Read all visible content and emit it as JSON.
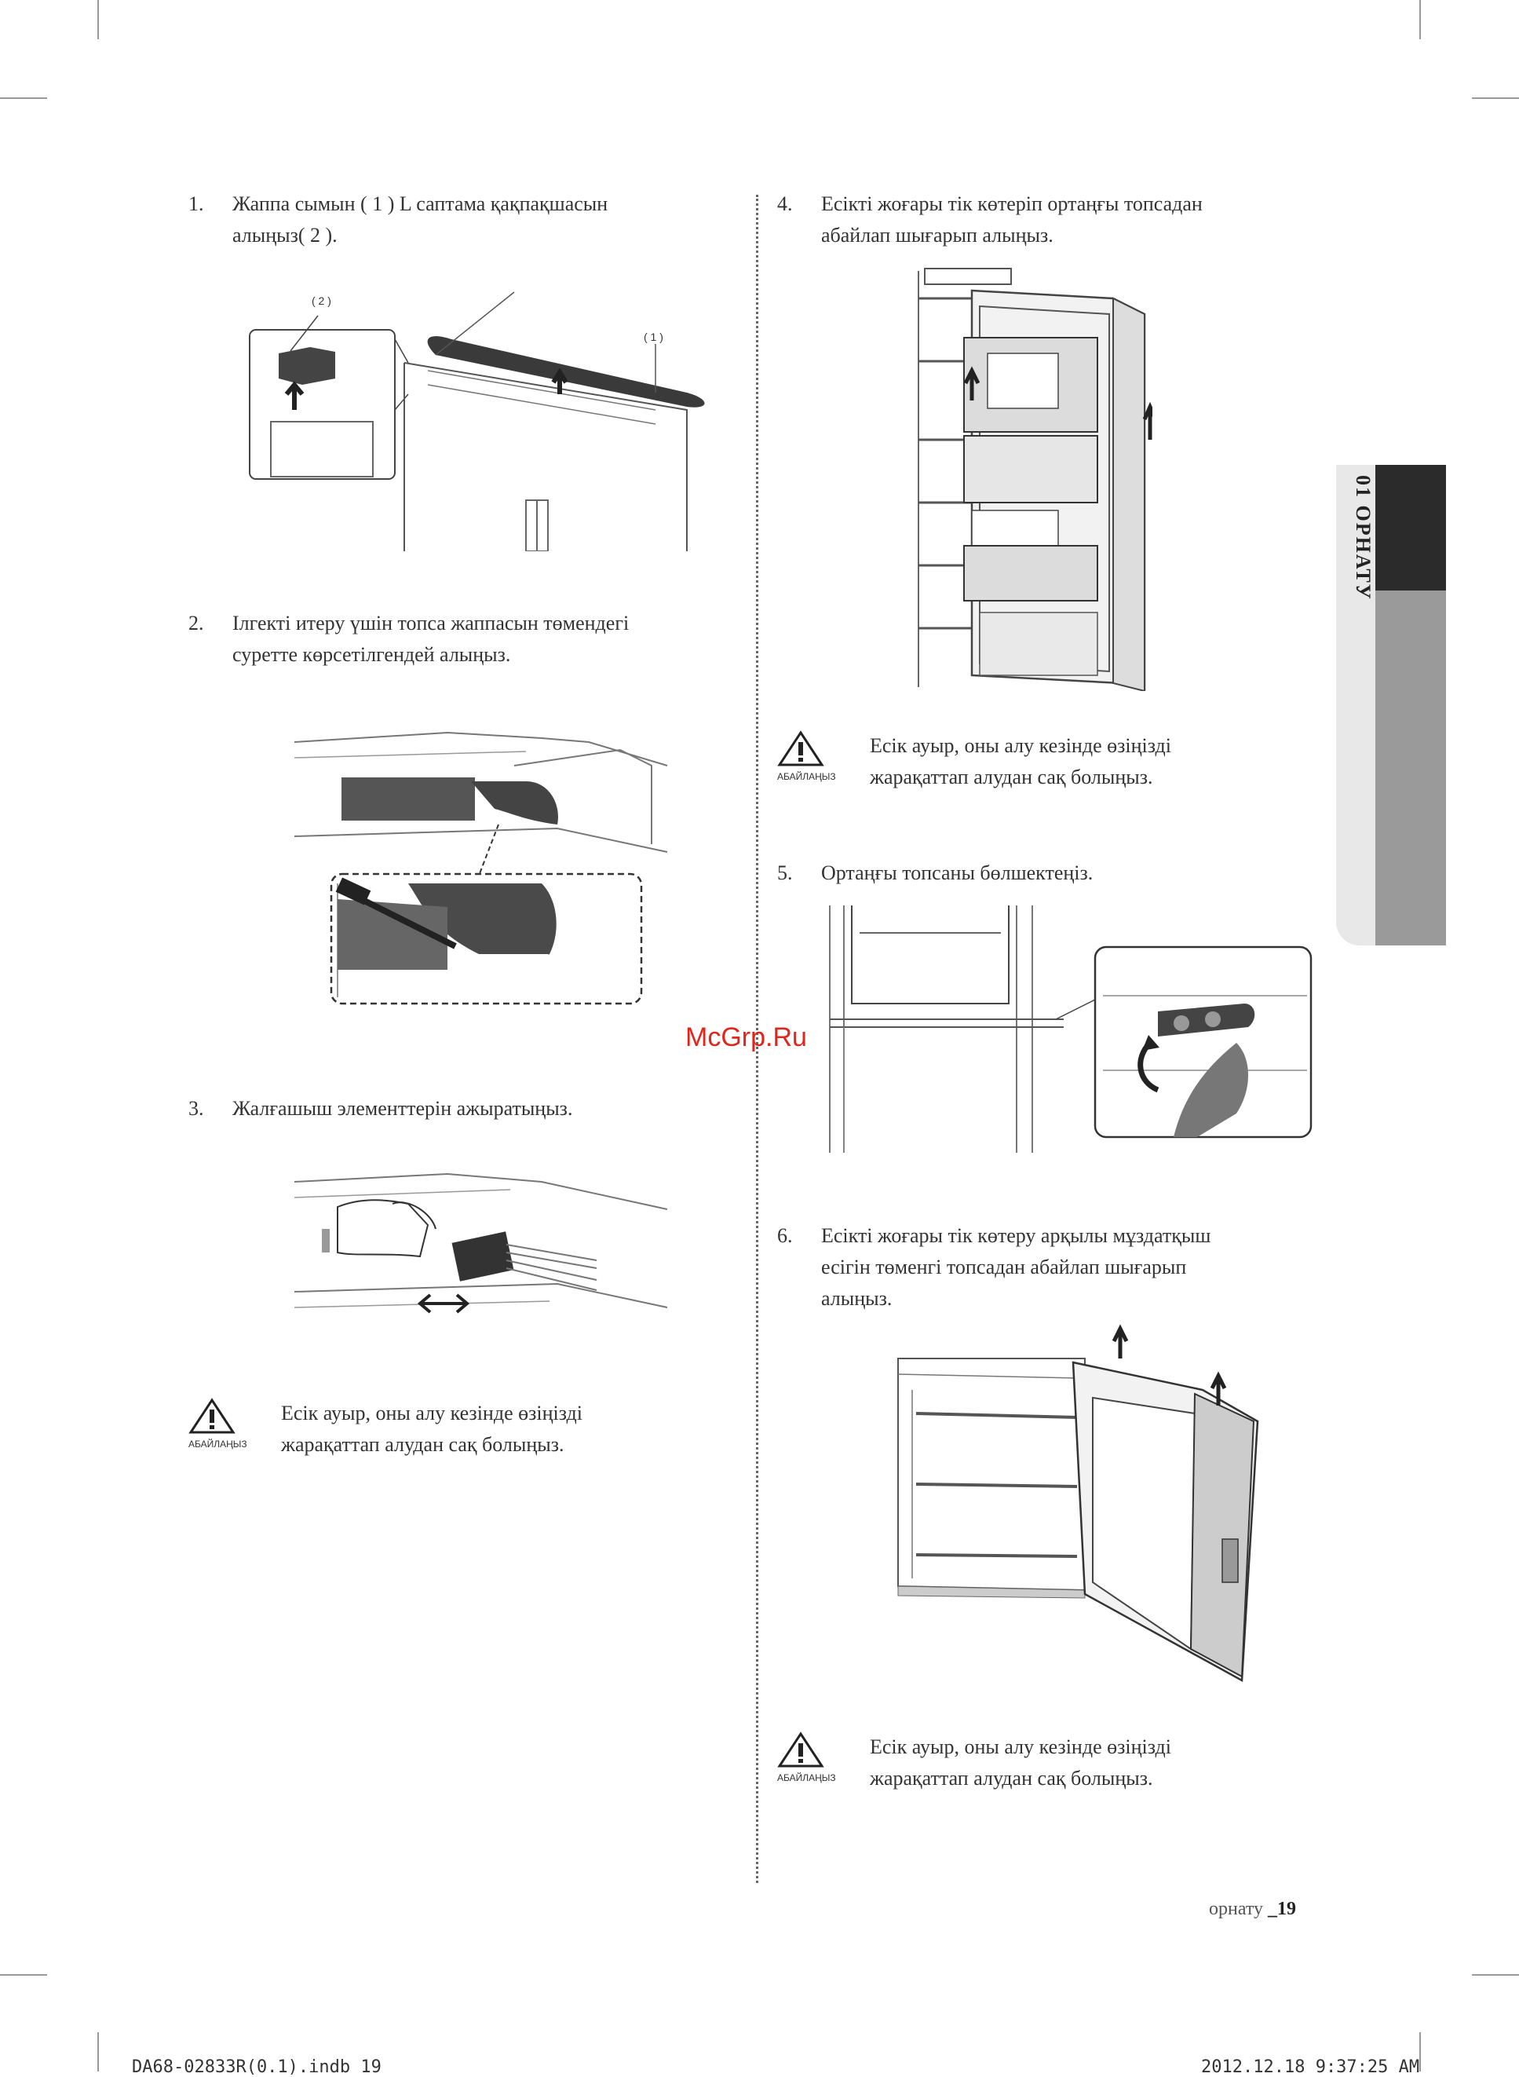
{
  "steps": {
    "s1": {
      "num": "1.",
      "line1": "Жаппа сымын ( 1 ) L саптама қақпақшасын",
      "line2": "алыңыз( 2 )."
    },
    "s2": {
      "num": "2.",
      "line1": "Ілгекті итеру үшін топса жаппасын төмендегі",
      "line2": "суретте көрсетілгендей алыңыз."
    },
    "s3": {
      "num": "3.",
      "line1": "Жалғашыш элементтерін ажыратыңыз."
    },
    "s4": {
      "num": "4.",
      "line1": "Есікті жоғары тік көтеріп ортаңғы топсадан",
      "line2": "абайлап шығарып алыңыз."
    },
    "s5": {
      "num": "5.",
      "line1": "Ортаңғы топсаны бөлшектеңіз."
    },
    "s6": {
      "num": "6.",
      "line1": "Есікті жоғары тік көтеру арқылы мұздатқыш",
      "line2": "есігін төменгі топсадан абайлап шығарып",
      "line3": "алыңыз."
    }
  },
  "callouts": {
    "c2": "( 2 )",
    "c1": "( 1 )"
  },
  "warning": {
    "label": "АБАЙЛАҢЫЗ",
    "line1": "Есік ауыр, оны алу кезінде өзіңізді",
    "line2": "жарақаттап алудан сақ болыңыз."
  },
  "side_tab": {
    "text": "01  ОРНАТУ"
  },
  "footer": {
    "section": "орнату",
    "page": "_19"
  },
  "print_info": {
    "file": "DA68-02833R(0.1).indb   19",
    "datetime": "2012.12.18   9:37:25 AM"
  },
  "watermark": "McGrp.Ru"
}
